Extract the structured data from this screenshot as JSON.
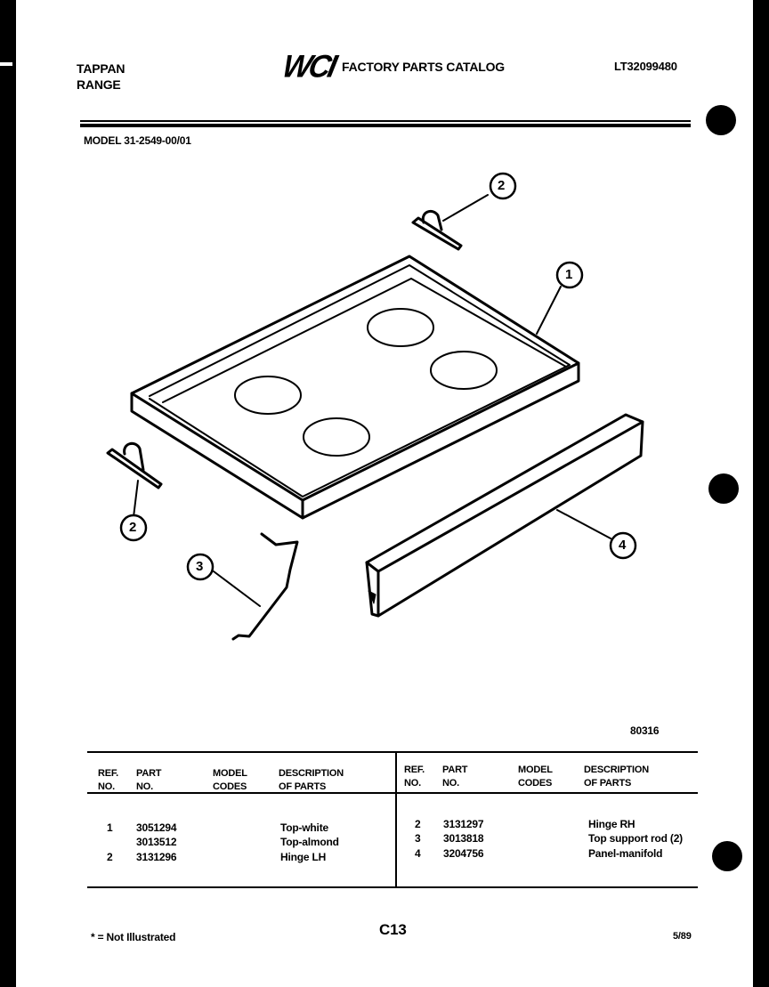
{
  "header": {
    "brand_line1": "TAPPAN",
    "brand_line2": "RANGE",
    "logo": "WCI",
    "title": "FACTORY PARTS CATALOG",
    "catalog_code": "LT32099480"
  },
  "model": "MODEL 31-2549-00/01",
  "diagram": {
    "figure_code": "80316",
    "callouts": [
      {
        "ref": "1",
        "part": "Top"
      },
      {
        "ref": "2",
        "part": "Hinge RH"
      },
      {
        "ref": "2",
        "part": "Hinge LH"
      },
      {
        "ref": "3",
        "part": "Top support rod"
      },
      {
        "ref": "4",
        "part": "Panel-manifold"
      }
    ],
    "callout_labels": {
      "c1": "1",
      "c2a": "2",
      "c2b": "2",
      "c3": "3",
      "c4": "4"
    }
  },
  "parts_table": {
    "columns": [
      {
        "line1": "REF.",
        "line2": "NO."
      },
      {
        "line1": "PART",
        "line2": "NO."
      },
      {
        "line1": "MODEL",
        "line2": "CODES"
      },
      {
        "line1": "DESCRIPTION",
        "line2": "OF PARTS"
      }
    ],
    "left_rows": [
      {
        "ref": "1",
        "part_no": "3051294",
        "model_codes": "",
        "description": "Top-white"
      },
      {
        "ref": "",
        "part_no": "3013512",
        "model_codes": "",
        "description": "Top-almond"
      },
      {
        "ref": "2",
        "part_no": "3131296",
        "model_codes": "",
        "description": "Hinge LH"
      }
    ],
    "right_rows": [
      {
        "ref": "2",
        "part_no": "3131297",
        "model_codes": "",
        "description": "Hinge RH"
      },
      {
        "ref": "3",
        "part_no": "3013818",
        "model_codes": "",
        "description": "Top support rod (2)"
      },
      {
        "ref": "4",
        "part_no": "3204756",
        "model_codes": "",
        "description": "Panel-manifold"
      }
    ]
  },
  "footer": {
    "note": "* = Not Illustrated",
    "page": "C13",
    "date": "5/89"
  }
}
